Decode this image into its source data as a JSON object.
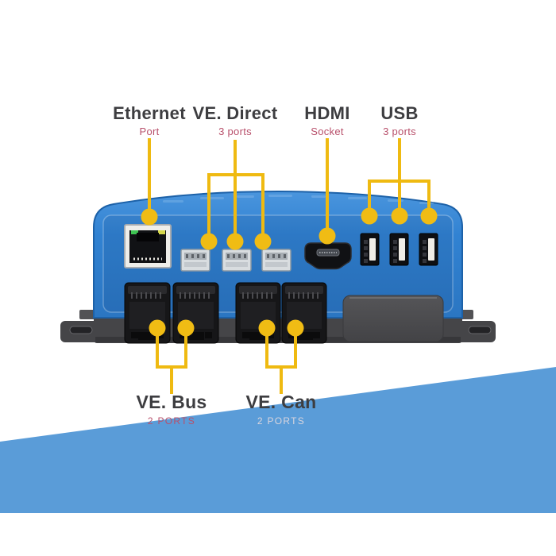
{
  "labels": {
    "ethernet": {
      "title": "Ethernet",
      "subtitle": "Port"
    },
    "ve_direct": {
      "title": "VE. Direct",
      "subtitle": "3 ports"
    },
    "hdmi": {
      "title": "HDMI",
      "subtitle": "Socket"
    },
    "usb": {
      "title": "USB",
      "subtitle": "3 ports"
    },
    "ve_bus": {
      "title": "VE. Bus",
      "subtitle": "2 PORTS"
    },
    "ve_can": {
      "title": "VE. Can",
      "subtitle": "2 PORTS"
    }
  },
  "colors": {
    "callout_yellow": "#efba11",
    "label_text": "#3d3d40",
    "subtitle_pink": "#b8506b",
    "subtitle_light": "#d9d5de",
    "device_blue": "#2e7cc9",
    "device_base_gray": "#454548",
    "background_band_blue": "#5a9cd8"
  }
}
